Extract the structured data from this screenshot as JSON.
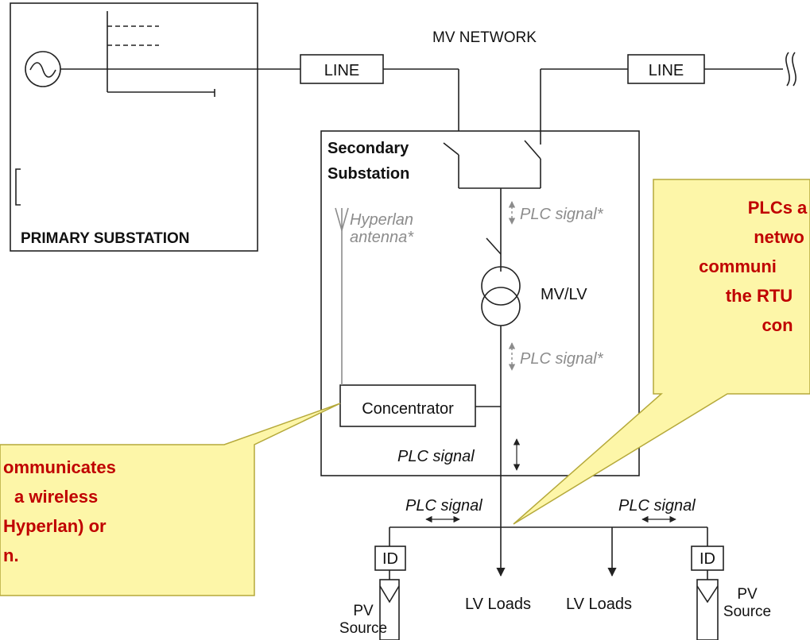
{
  "diagram": {
    "primary_substation": "PRIMARY SUBSTATION",
    "mv_network": "MV NETWORK",
    "line_left": "LINE",
    "line_right": "LINE",
    "secondary_line1": "Secondary",
    "secondary_line2": "Substation",
    "plc_signal_star_top": "PLC signal*",
    "plc_signal_star_mid": "PLC signal*",
    "plc_signal_box": "PLC signal",
    "plc_signal_left": "PLC signal",
    "plc_signal_right": "PLC signal",
    "transformer": "MV/LV",
    "hyperlan_line1": "Hyperlan",
    "hyperlan_line2": "antenna*",
    "concentrator": "Concentrator",
    "id_left": "ID",
    "id_right": "ID",
    "lv_loads_1": "LV Loads",
    "lv_loads_2": "LV Loads",
    "pv_left_1": "PV",
    "pv_left_2": "Source",
    "pv_right_1": "PV",
    "pv_right_2": "Source"
  },
  "callouts": {
    "right": [
      "PLCs a",
      "netwo",
      "communi",
      "the RTU",
      "con"
    ],
    "left": [
      "ommunicates",
      "a wireless",
      "Hyperlan) or",
      "n."
    ]
  },
  "colors": {
    "line": "#222222",
    "gray_text": "#8c8c8c",
    "callout_fill": "#fdf6a8",
    "callout_border": "#b5a93a",
    "callout_text": "#c00000"
  }
}
